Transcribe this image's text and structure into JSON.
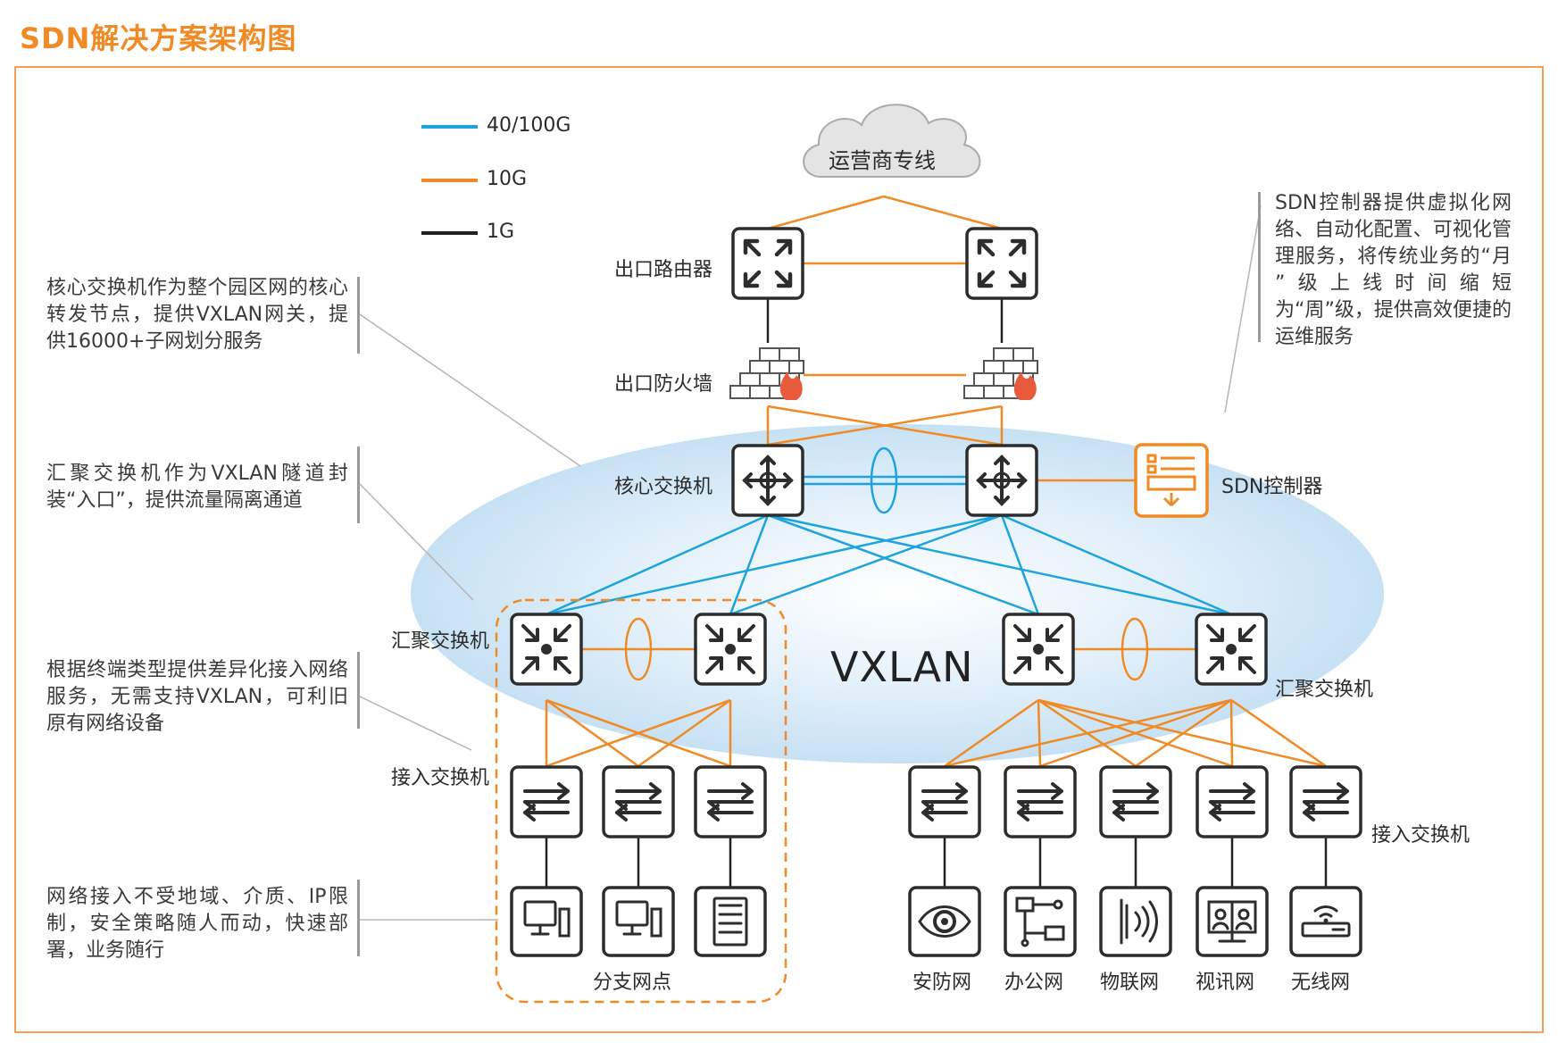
{
  "title": "SDN解决方案架构图",
  "legend": [
    {
      "label": "40/100G",
      "color": "#1ea4dc"
    },
    {
      "label": "10G",
      "color": "#f08a24"
    },
    {
      "label": "1G",
      "color": "#222222"
    }
  ],
  "cloud": {
    "label": "运营商专线"
  },
  "labels": {
    "routers": "出口路由器",
    "firewalls": "出口防火墙",
    "core": "核心交换机",
    "sdn_controller": "SDN控制器",
    "agg_left": "汇聚交换机",
    "agg_right": "汇聚交换机",
    "access_left": "接入交换机",
    "access_right": "接入交换机",
    "vxlan": "VXLAN",
    "branch": "分支网点"
  },
  "networks": [
    "安防网",
    "办公网",
    "物联网",
    "视讯网",
    "无线网"
  ],
  "annotations": {
    "core": "核心交换机作为整个园区网的核心转发节点，提供VXLAN网关，提供16000+子网划分服务",
    "aggregation": "汇聚交换机作为VXLAN隧道封装“入口”，提供流量隔离通道",
    "access": "根据终端类型提供差异化接入网络服务，无需支持VXLAN，可利旧原有网络设备",
    "terminal": "网络接入不受地域、介质、IP限制，安全策略随人而动，快速部署，业务随行",
    "sdn": "SDN控制器提供虚拟化网络、自动化配置、可视化管理服务，将传统业务的“月 ”级上线时间缩短为“周”级，提供高效便捷的运维服务"
  },
  "colors": {
    "accent": "#f08a24",
    "link_fast": "#1ea4dc",
    "ellipse": "#cfe6f6"
  }
}
